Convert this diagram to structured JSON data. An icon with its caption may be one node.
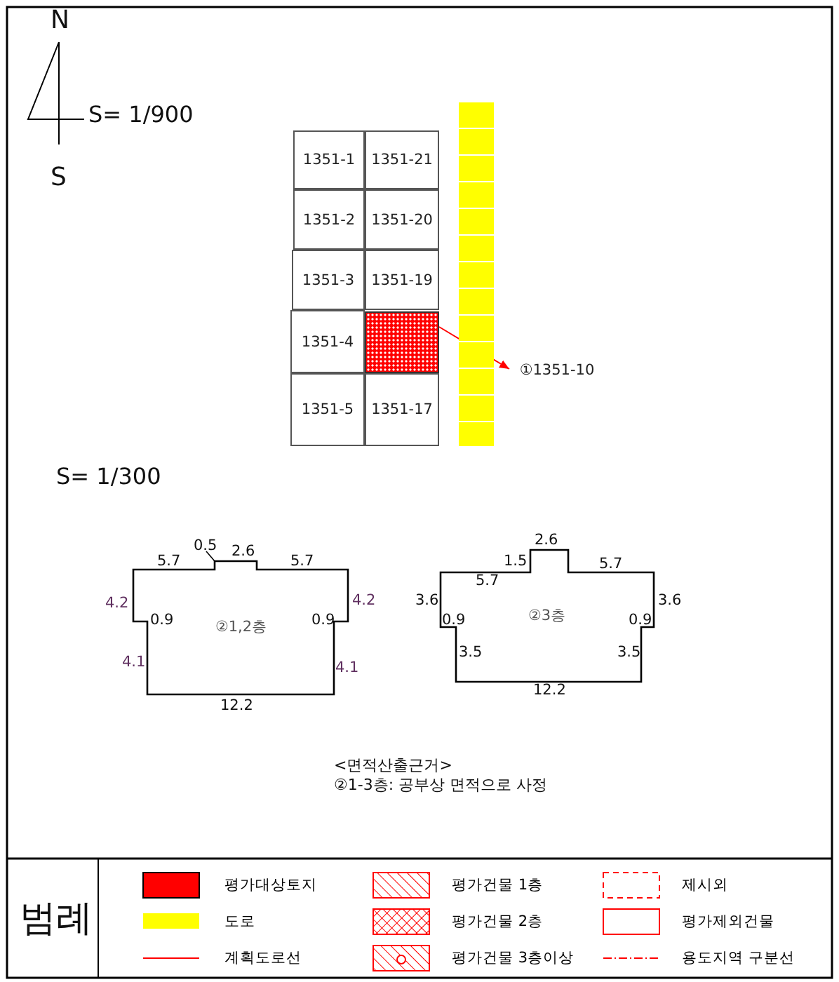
{
  "diagram": {
    "nodes": [
      {
        "text": [
          "1351-1"
        ]
      },
      {
        "text": [
          "1351-21"
        ]
      },
      {
        "text": [
          "1351-2"
        ]
      },
      {
        "text": [
          "1351-20"
        ]
      },
      {
        "text": [
          "1351-3"
        ]
      },
      {
        "text": [
          "1351-19"
        ]
      },
      {
        "text": [
          "1351-4"
        ]
      },
      {
        "text": [],
        "shape": "box"
      },
      {
        "text": [
          "1351-5"
        ]
      },
      {
        "text": [
          "1351-17"
        ]
      },
      {
        "text": [],
        "shape": "bar"
      },
      {
        "text": [
          "①1351-10"
        ]
      },
      {
        "text": [
          "②1,2층"
        ]
      },
      {
        "text": [
          "②3층"
        ]
      }
    ],
    "edges": [
      {
        "from": 7,
        "to": 11,
        "arrow": "to",
        "color": "#ff0000"
      }
    ],
    "labels": [
      "N",
      "S= 1/900",
      "S",
      "S= 1/300",
      "0.5",
      "2.6",
      "5.7",
      "5.7",
      "4.2",
      "4.2",
      "0.9",
      "0.9",
      "4.1",
      "4.1",
      "12.2",
      "2.6",
      "1.5",
      "5.7",
      "5.7",
      "3.6",
      "3.6",
      "0.9",
      "0.9",
      "3.5",
      "3.5",
      "12.2",
      "<면적산출근거>",
      "②1-3층: 공부상 면적으로 사정",
      "범례"
    ],
    "legend": [
      {
        "text": "평가대상토지",
        "color": "#ff0000"
      },
      {
        "text": "평가건물 1층"
      },
      {
        "text": "제시외"
      },
      {
        "text": "도로",
        "color": "#ffff00"
      },
      {
        "text": "평가건물 2층"
      },
      {
        "text": "평가제외건물"
      },
      {
        "text": "계획도로선"
      },
      {
        "text": "평가건물 3층이상"
      },
      {
        "text": "용도지역 구분선"
      }
    ]
  }
}
